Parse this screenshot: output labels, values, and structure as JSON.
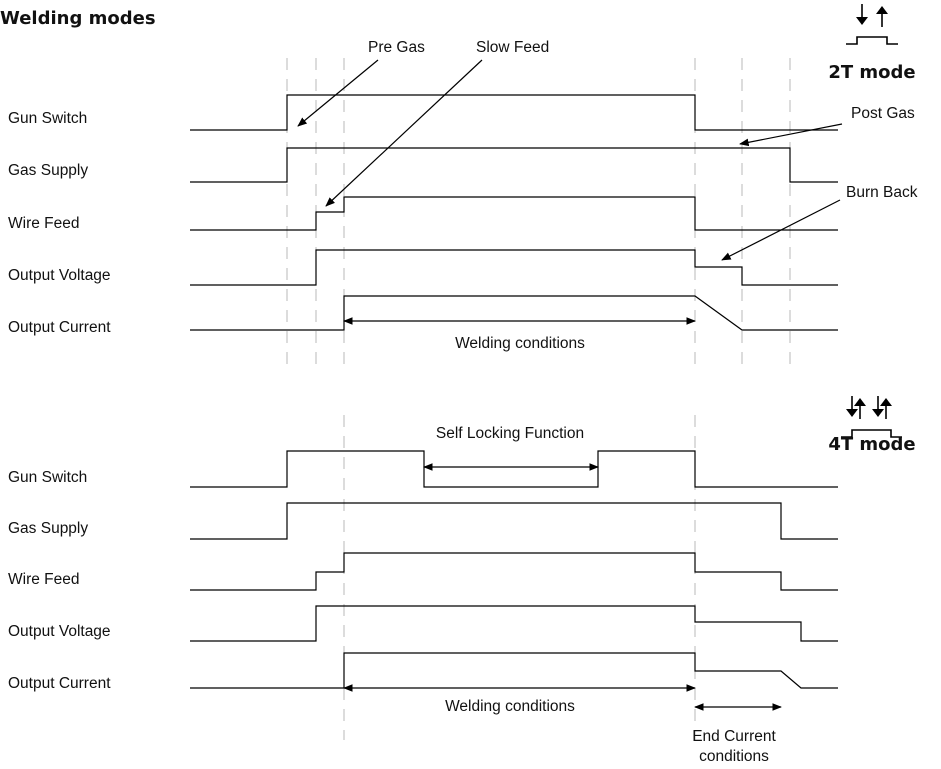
{
  "title": "Welding modes",
  "mode_2t": {
    "label": "2T mode",
    "signals": [
      "Gun Switch",
      "Gas Supply",
      "Wire Feed",
      "Output Voltage",
      "Output Current"
    ],
    "annotations": {
      "pre_gas": "Pre Gas",
      "slow_feed": "Slow Feed",
      "post_gas": "Post Gas",
      "burn_back": "Burn Back",
      "welding_conditions": "Welding conditions"
    }
  },
  "mode_4t": {
    "label": "4T mode",
    "signals": [
      "Gun Switch",
      "Gas Supply",
      "Wire Feed",
      "Output Voltage",
      "Output Current"
    ],
    "annotations": {
      "self_locking": "Self Locking Function",
      "welding_conditions": "Welding conditions",
      "end_current_line1": "End Current",
      "end_current_line2": "conditions"
    }
  }
}
